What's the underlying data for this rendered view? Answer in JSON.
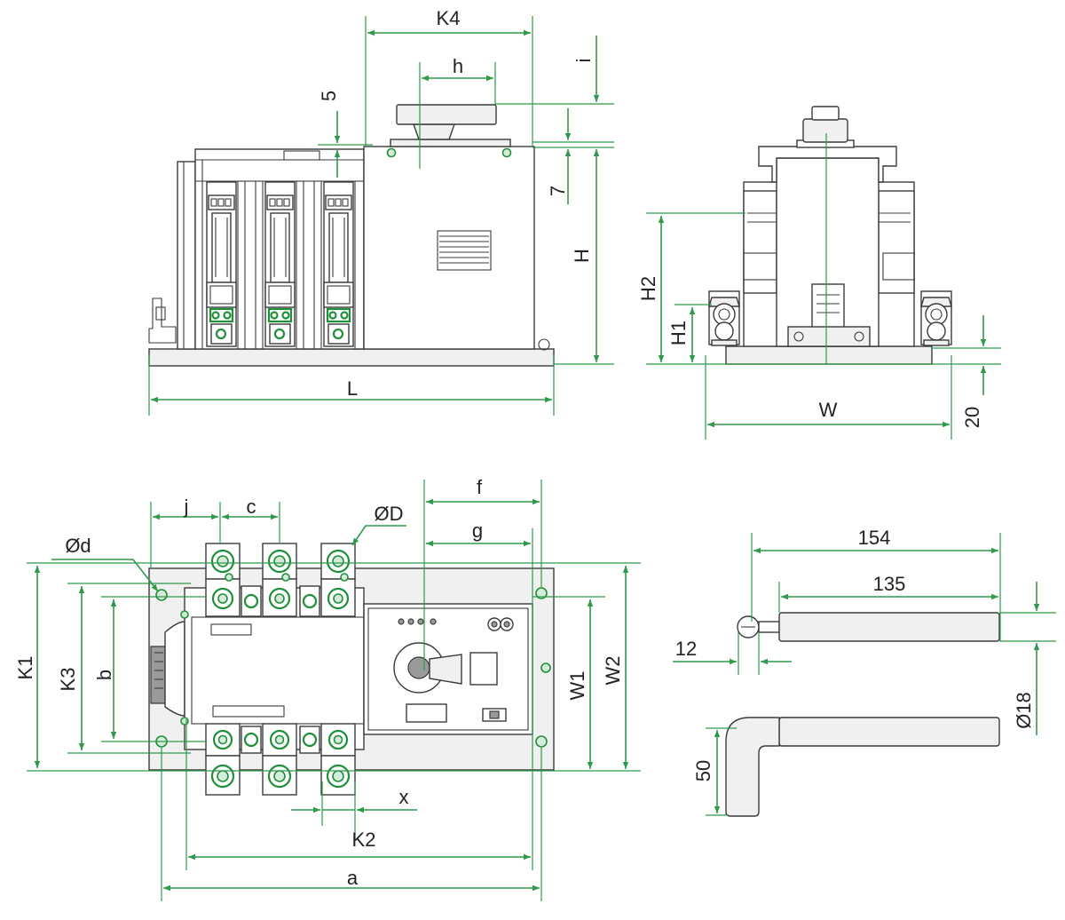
{
  "front_view": {
    "K4": "K4",
    "h": "h",
    "i": "i",
    "d5": "5",
    "d7": "7",
    "H": "H",
    "L": "L"
  },
  "side_view": {
    "H2": "H2",
    "H1": "H1",
    "W": "W",
    "d20": "20"
  },
  "plan_view": {
    "j": "j",
    "c": "c",
    "OD": "ØD",
    "f": "f",
    "g": "g",
    "Od": "Ød",
    "K1": "K1",
    "K3": "K3",
    "b": "b",
    "W1": "W1",
    "W2": "W2",
    "x": "x",
    "K2": "K2",
    "a": "a"
  },
  "handle_view": {
    "d154": "154",
    "d135": "135",
    "d12": "12",
    "O18": "Ø18",
    "d50": "50"
  },
  "colors": {
    "dimension": "#2f9a4a",
    "outline": "#3b3b3b",
    "terminal": "#1f8f3a",
    "label": "#222222"
  }
}
